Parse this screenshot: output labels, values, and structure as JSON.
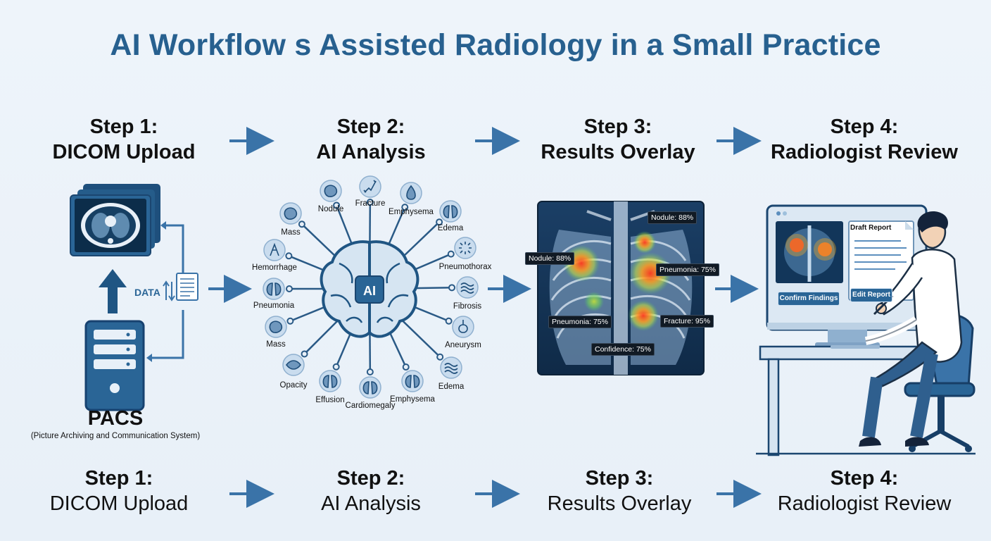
{
  "title": "AI Workflow s Assisted Radiology in a Small Practice",
  "colors": {
    "primary": "#27608f",
    "accent": "#3a73a8",
    "light": "#cfe0ef"
  },
  "steps_top": [
    {
      "num": "Step 1:",
      "name": "DICOM Upload"
    },
    {
      "num": "Step 2:",
      "name": "AI Analysis"
    },
    {
      "num": "Step 3:",
      "name": "Results Overlay"
    },
    {
      "num": "Step 4:",
      "name": "Radiologist Review"
    }
  ],
  "steps_bottom": [
    {
      "num": "Step 1:",
      "name": "DICOM Upload"
    },
    {
      "num": "Step 2:",
      "name": "AI Analysis"
    },
    {
      "num": "Step 3:",
      "name": "Results Overlay"
    },
    {
      "num": "Step 4:",
      "name": "Radiologist Review"
    }
  ],
  "upload": {
    "data_label": "DATA",
    "pacs_title": "PACS",
    "pacs_subtitle": "(Picture Archiving and Communication System)"
  },
  "analysis": {
    "center_label": "AI",
    "findings": [
      {
        "label": "Nodule",
        "icon": "nodule-icon"
      },
      {
        "label": "Fracture",
        "icon": "fracture-icon"
      },
      {
        "label": "Emphysema",
        "icon": "emphysema-drop-icon"
      },
      {
        "label": "Edema",
        "icon": "lungs-icon"
      },
      {
        "label": "Pneumothorax",
        "icon": "pneumothorax-icon"
      },
      {
        "label": "Fibrosis",
        "icon": "fibrosis-icon"
      },
      {
        "label": "Aneurysm",
        "icon": "aneurysm-icon"
      },
      {
        "label": "Edema",
        "icon": "edema-waves-icon"
      },
      {
        "label": "Emphysema",
        "icon": "lungs-icon"
      },
      {
        "label": "Cardiomegaly",
        "icon": "lungs-icon"
      },
      {
        "label": "Effusion",
        "icon": "lungs-icon"
      },
      {
        "label": "Opacity",
        "icon": "opacity-eye-icon"
      },
      {
        "label": "Mass",
        "icon": "mass-icon"
      },
      {
        "label": "Pneumonia",
        "icon": "lungs-icon"
      },
      {
        "label": "Hemorrhage",
        "icon": "hemorrhage-icon"
      },
      {
        "label": "Mass",
        "icon": "mass-icon"
      }
    ]
  },
  "overlay": {
    "labels": [
      "Nodule: 88%",
      "Nodule: 88%",
      "Pneumonia: 75%",
      "Pneumonia: 75%",
      "Fracture: 95%",
      "Confidence: 75%"
    ]
  },
  "review": {
    "draft_title": "Draft Report",
    "confirm_button": "Confirm Findings",
    "edit_button": "Edit Report"
  }
}
